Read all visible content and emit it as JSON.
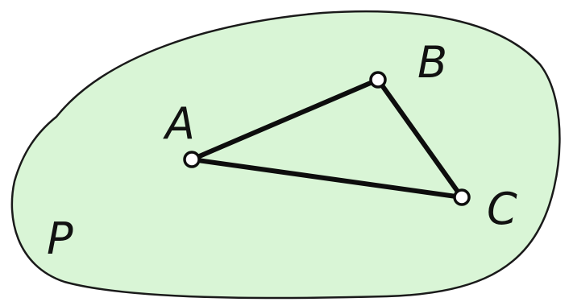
{
  "colors": {
    "plane_fill": "#d9f5d6",
    "plane_stroke": "#1a1a1a",
    "segment_stroke": "#0d0d0d",
    "point_fill": "#ffffff"
  },
  "plane": {
    "label": "P"
  },
  "points": {
    "a": {
      "label": "A"
    },
    "b": {
      "label": "B"
    },
    "c": {
      "label": "C"
    }
  }
}
